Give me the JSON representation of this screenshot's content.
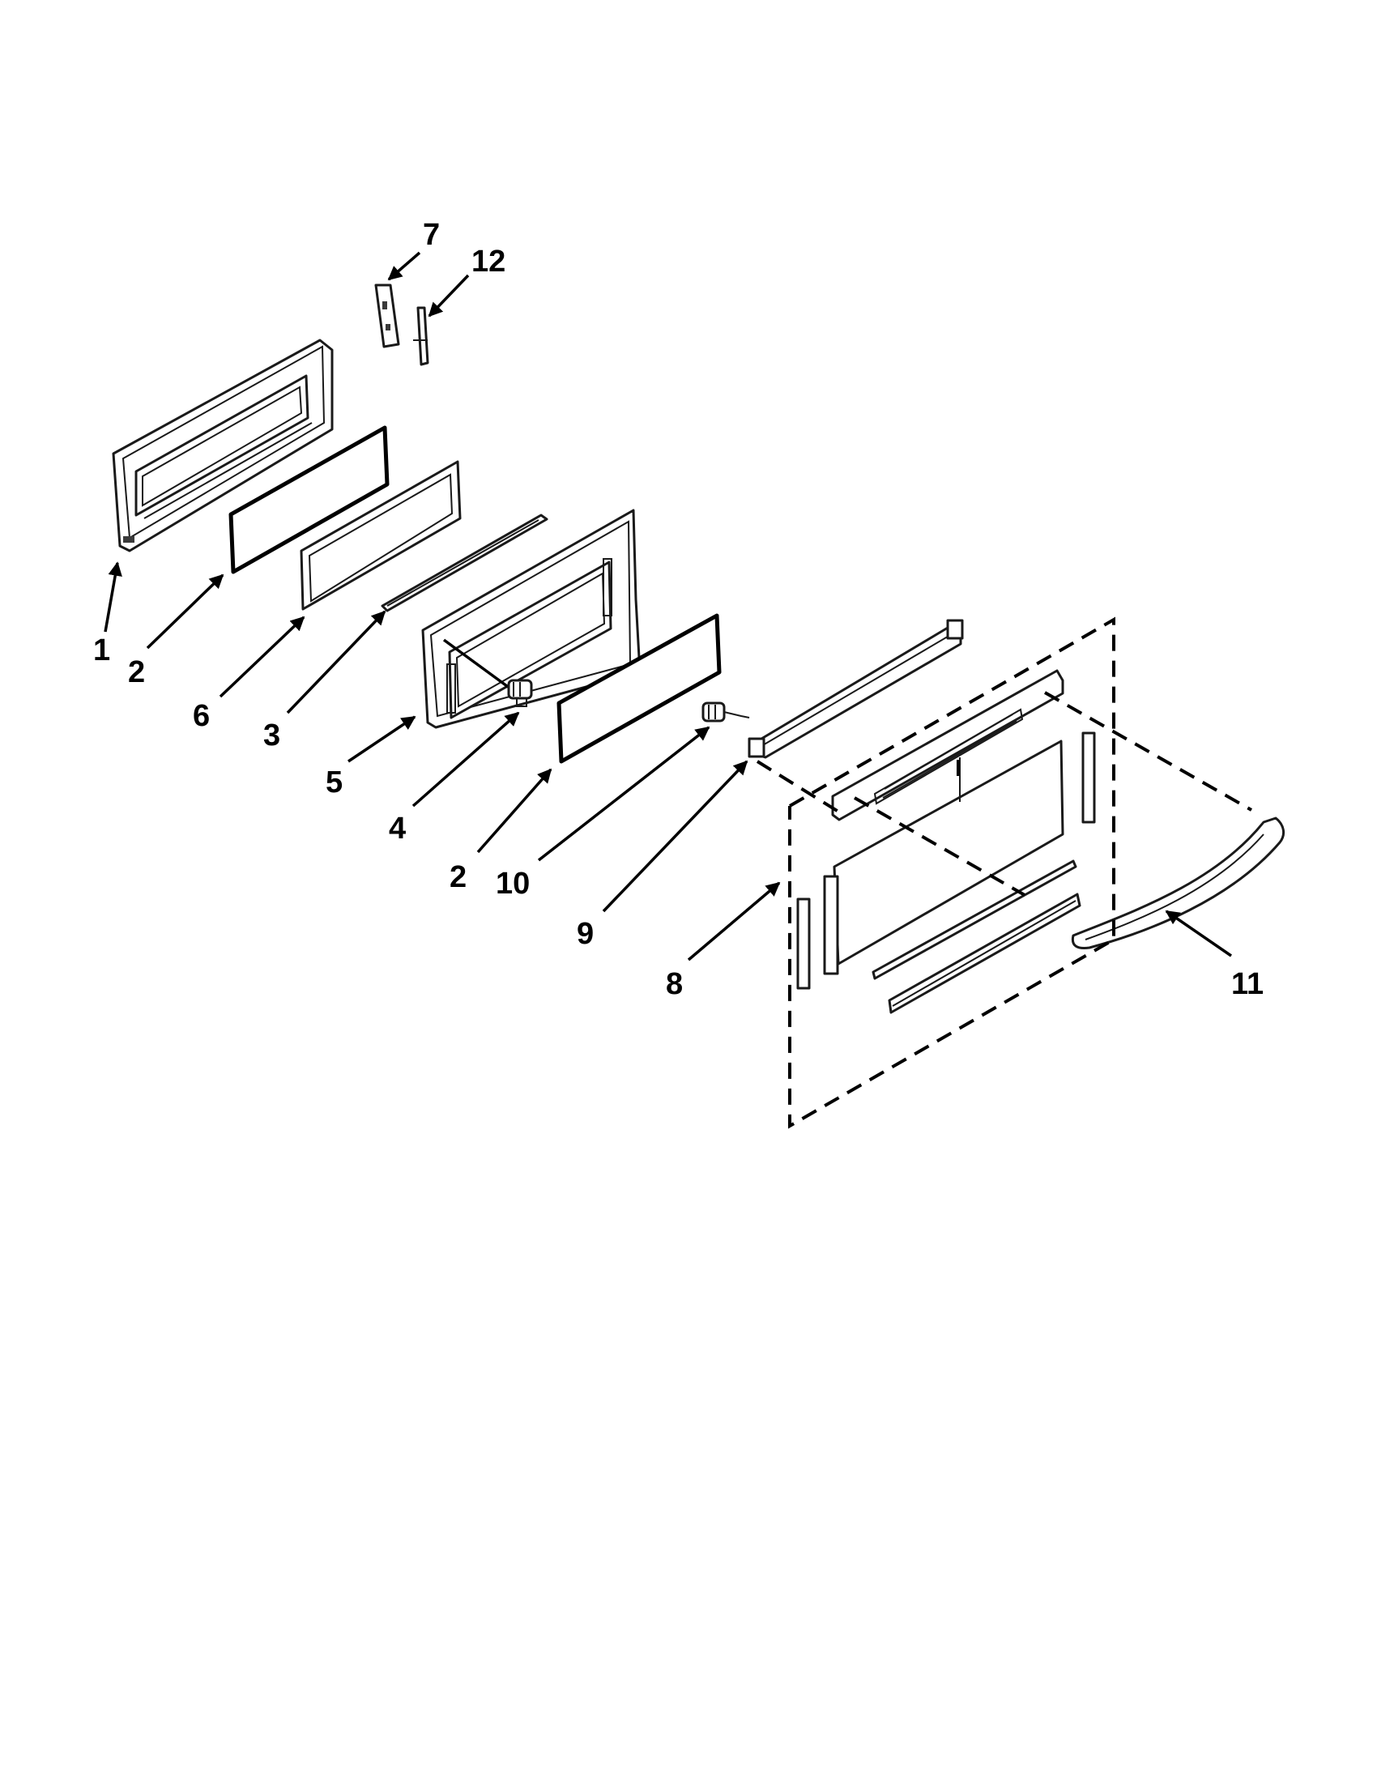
{
  "callouts": {
    "c1": "1",
    "c2a": "2",
    "c2b": "2",
    "c3": "3",
    "c4": "4",
    "c5": "5",
    "c6": "6",
    "c7": "7",
    "c8": "8",
    "c9": "9",
    "c10": "10",
    "c11": "11",
    "c12": "12"
  },
  "colors": {
    "line": "#000000",
    "background": "#ffffff"
  }
}
